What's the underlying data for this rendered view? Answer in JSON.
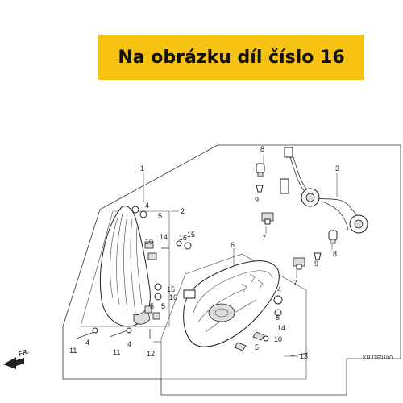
{
  "banner": {
    "text": "Na obrázku díl číslo 16",
    "color": "#f6c314"
  },
  "diagram": {
    "code": "KRJ7F0100",
    "direction_label": "FR.",
    "callouts": {
      "c1": "1",
      "c2": "2",
      "c3": "3",
      "c4a": "4",
      "c4b": "4",
      "c4c": "4",
      "c4d": "4",
      "c5a": "5",
      "c5b": "5",
      "c5c": "5",
      "c5d": "5",
      "c5e": "5",
      "c6": "6",
      "c7a": "7",
      "c7b": "7",
      "c8a": "8",
      "c8b": "8",
      "c9a": "9",
      "c9b": "9",
      "c10a": "10",
      "c10b": "10",
      "c11a": "11",
      "c11b": "11",
      "c12": "12",
      "c13": "13",
      "c14a": "14",
      "c14b": "14",
      "c15a": "15",
      "c15b": "15",
      "c16a": "16",
      "c16b": "16"
    }
  }
}
